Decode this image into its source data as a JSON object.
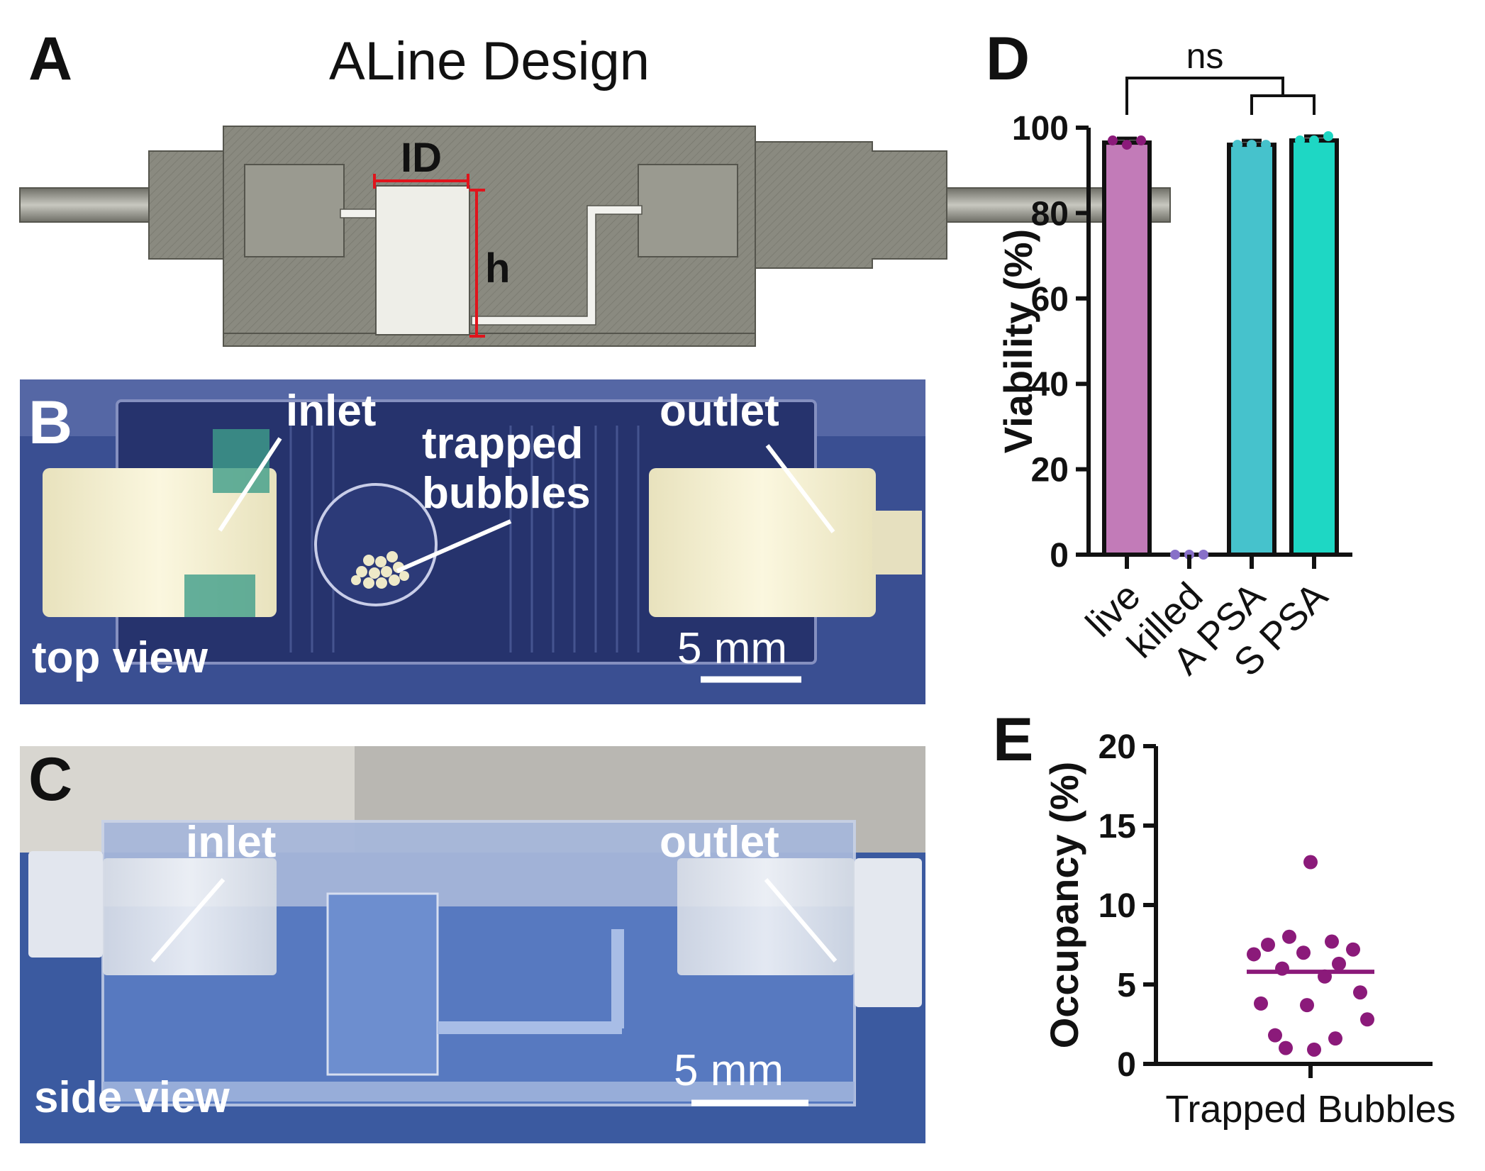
{
  "panels": {
    "a": {
      "letter": "A",
      "title": "ALine Design",
      "dim_id": "ID",
      "dim_h": "h"
    },
    "b": {
      "letter": "B",
      "inlet": "inlet",
      "outlet": "outlet",
      "bubbles_line1": "trapped",
      "bubbles_line2": "bubbles",
      "view": "top view",
      "scale": "5 mm"
    },
    "c": {
      "letter": "C",
      "inlet": "inlet",
      "outlet": "outlet",
      "view": "side view",
      "scale": "5 mm"
    },
    "d": {
      "letter": "D",
      "significance": "ns"
    },
    "e": {
      "letter": "E"
    }
  },
  "colors": {
    "metal": "#8a8a80",
    "metal_dark": "#55554d",
    "channel": "#f2f2ee",
    "dimension": "#e0141c",
    "photo_blue": "#3a4f92",
    "fitting": "#efe9c6",
    "live": "#c27bb8",
    "killed": "#8870c8",
    "a_psa": "#46c2cc",
    "s_psa": "#1ed7c4",
    "point_purple": "#8b1a7a"
  },
  "chart_data": [
    {
      "panel": "D",
      "type": "bar",
      "categories": [
        "live",
        "killed",
        "A PSA",
        "S PSA"
      ],
      "values": [
        96.5,
        0,
        96,
        97
      ],
      "points": [
        [
          97,
          96,
          97
        ],
        [
          0,
          0,
          0
        ],
        [
          96,
          96,
          96
        ],
        [
          97,
          97,
          98
        ]
      ],
      "ylabel": "Viability (%)",
      "ylim": [
        0,
        100
      ],
      "yticks": [
        0,
        20,
        40,
        60,
        80,
        100
      ],
      "annotation": "ns"
    },
    {
      "panel": "E",
      "type": "scatter",
      "categories": [
        "Trapped Bubbles"
      ],
      "values": [
        12.7,
        8.0,
        7.7,
        7.5,
        7.2,
        7.0,
        6.9,
        6.3,
        6.0,
        5.5,
        4.5,
        3.8,
        3.7,
        2.8,
        1.8,
        1.6,
        1.0,
        0.9
      ],
      "mean": 5.8,
      "ylabel": "Occupancy (%)",
      "ylim": [
        0,
        20
      ],
      "yticks": [
        0,
        5,
        10,
        15,
        20
      ]
    }
  ]
}
